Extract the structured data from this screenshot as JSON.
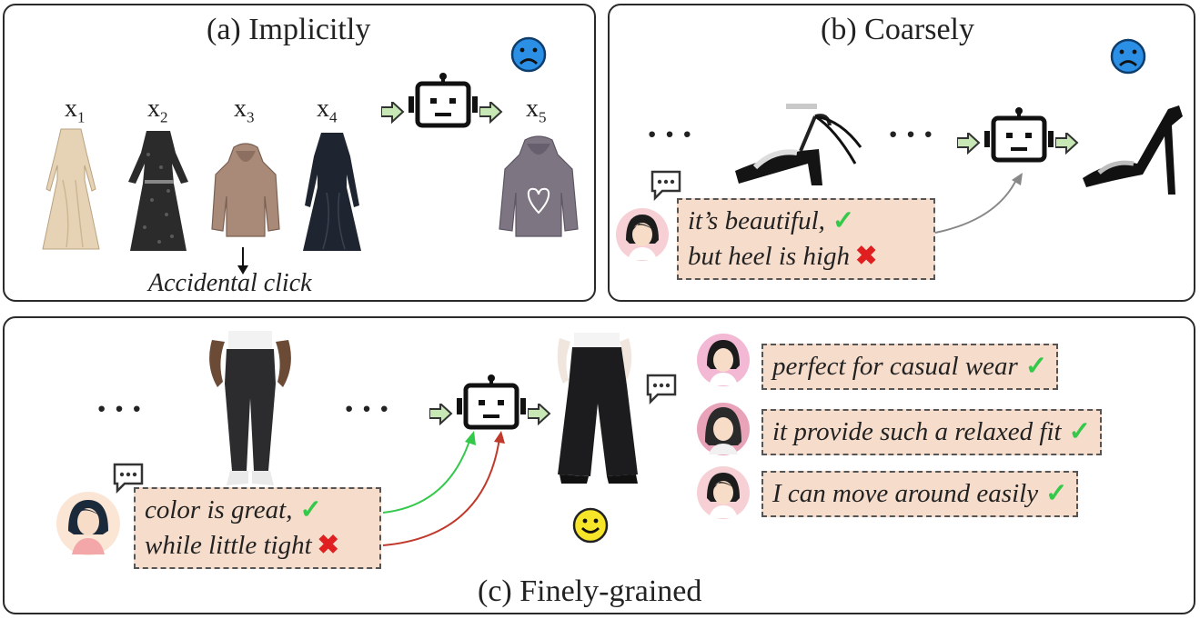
{
  "panels": {
    "a": {
      "title": "(a) Implicitly",
      "items": [
        {
          "label": "x",
          "sub": "1"
        },
        {
          "label": "x",
          "sub": "2"
        },
        {
          "label": "x",
          "sub": "3"
        },
        {
          "label": "x",
          "sub": "4"
        }
      ],
      "target": {
        "label": "x",
        "sub": "5"
      },
      "note": "Accidental click"
    },
    "b": {
      "title": "(b) Coarsely",
      "dots": "···",
      "feedback": [
        "it’s beautiful,",
        "but heel is high"
      ]
    },
    "c": {
      "title": "(c) Finely-grained",
      "dots": "···",
      "feedback": [
        "color is great,",
        "while little tight"
      ],
      "reviews": [
        "perfect for casual wear",
        "it provide such a relaxed fit",
        "I can move around easily"
      ]
    }
  },
  "marks": {
    "check": "✓",
    "cross": "✖"
  },
  "colors": {
    "feedback_bg": "#f6dccb",
    "sad_face": "#2b8fe6",
    "happy_face": "#f7e52a",
    "green_arrow": "#34c94a",
    "red_arrow": "#c0392b",
    "gray_arrow": "#888888"
  }
}
